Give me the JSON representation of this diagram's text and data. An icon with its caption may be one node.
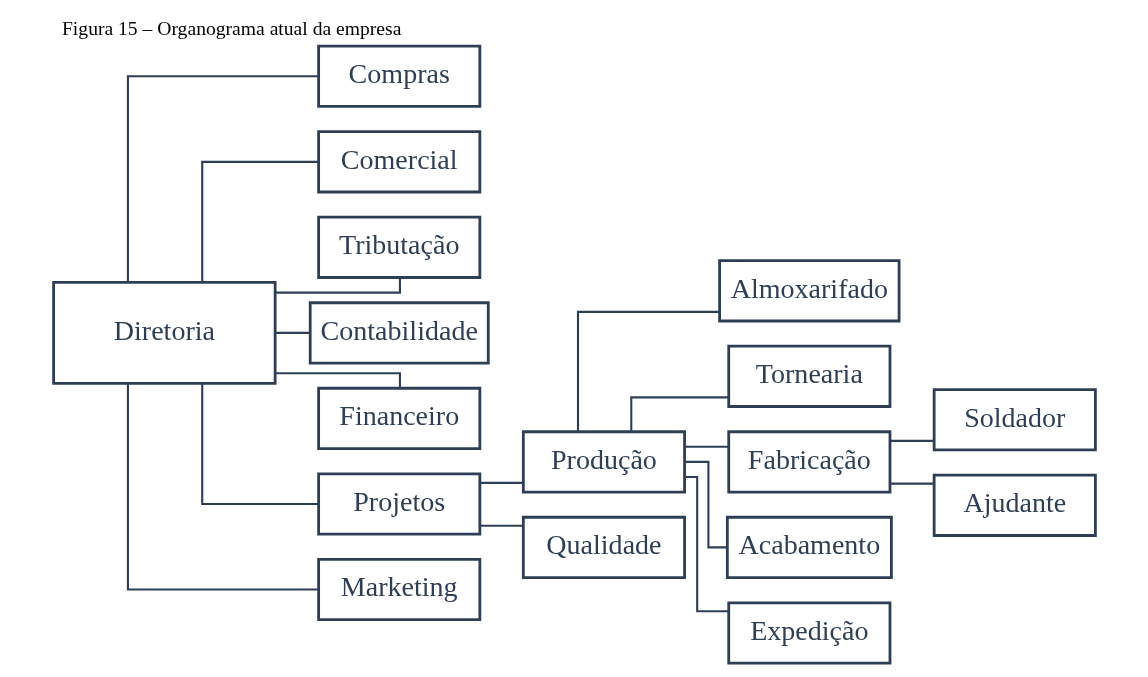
{
  "diagram": {
    "title": "Figura 15 – Organograma atual da empresa",
    "nodes": [
      {
        "text": [
          "Diretoria"
        ]
      },
      {
        "text": [
          "Compras"
        ]
      },
      {
        "text": [
          "Comercial"
        ]
      },
      {
        "text": [
          "Tributação"
        ]
      },
      {
        "text": [
          "Contabilidade"
        ]
      },
      {
        "text": [
          "Financeiro"
        ]
      },
      {
        "text": [
          "Projetos"
        ]
      },
      {
        "text": [
          "Marketing"
        ]
      },
      {
        "text": [
          "Produção"
        ]
      },
      {
        "text": [
          "Qualidade"
        ]
      },
      {
        "text": [
          "Almoxarifado"
        ]
      },
      {
        "text": [
          "Tornearia"
        ]
      },
      {
        "text": [
          "Fabricação"
        ]
      },
      {
        "text": [
          "Acabamento"
        ]
      },
      {
        "text": [
          "Expedição"
        ]
      },
      {
        "text": [
          "Soldador"
        ]
      },
      {
        "text": [
          "Ajudante"
        ]
      }
    ],
    "edges": [
      {
        "from": 0,
        "to": 1,
        "arrow": "none"
      },
      {
        "from": 0,
        "to": 2,
        "arrow": "none"
      },
      {
        "from": 0,
        "to": 3,
        "arrow": "none"
      },
      {
        "from": 0,
        "to": 4,
        "arrow": "none"
      },
      {
        "from": 0,
        "to": 5,
        "arrow": "none"
      },
      {
        "from": 0,
        "to": 6,
        "arrow": "none"
      },
      {
        "from": 0,
        "to": 7,
        "arrow": "none"
      },
      {
        "from": 6,
        "to": 8,
        "arrow": "none"
      },
      {
        "from": 6,
        "to": 9,
        "arrow": "none"
      },
      {
        "from": 8,
        "to": 10,
        "arrow": "none"
      },
      {
        "from": 8,
        "to": 11,
        "arrow": "none"
      },
      {
        "from": 8,
        "to": 12,
        "arrow": "none"
      },
      {
        "from": 8,
        "to": 13,
        "arrow": "none"
      },
      {
        "from": 8,
        "to": 14,
        "arrow": "none"
      },
      {
        "from": 12,
        "to": 15,
        "arrow": "none"
      },
      {
        "from": 12,
        "to": 16,
        "arrow": "none"
      }
    ]
  }
}
